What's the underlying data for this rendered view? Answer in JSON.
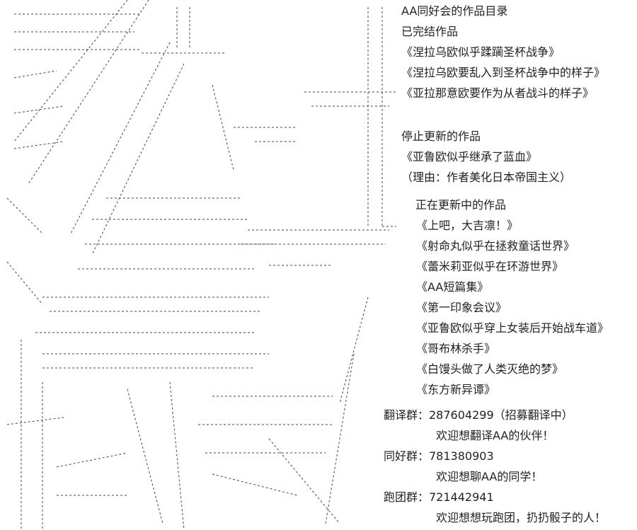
{
  "catalog": {
    "title": "AA同好会的作品目录",
    "completed_heading": "已完结作品",
    "completed": [
      "《涅拉乌欧似乎蹂躏圣杯战争》",
      "《涅拉乌欧要乱入到圣杯战争中的样子》",
      "《亚拉那意欧要作为从者战斗的样子》"
    ],
    "stopped_heading": "停止更新的作品",
    "stopped": [
      "《亚鲁欧似乎继承了蓝血》"
    ],
    "stopped_reason": "（理由：作者美化日本帝国主义）",
    "ongoing_heading": "正在更新中的作品",
    "ongoing": [
      "《上吧，大吉凛！》",
      "《射命丸似乎在拯救童话世界》",
      "《蕾米莉亚似乎在环游世界》",
      "《AA短篇集》",
      "《第一印象会议》",
      "《亚鲁欧似乎穿上女装后开始战车道》",
      "《哥布林杀手》",
      "《白馒头做了人类灭绝的梦》",
      "《东方新异谭》"
    ]
  },
  "groups": [
    {
      "label": "翻译群：287604299（招募翻译中）",
      "note": "欢迎想翻译AA的伙伴！"
    },
    {
      "label": "同好群：781380903",
      "note": "欢迎想聊AA的同学！"
    },
    {
      "label": "跑团群：721442941",
      "note": "欢迎想想玩跑团，扔扔骰子的人！"
    }
  ]
}
